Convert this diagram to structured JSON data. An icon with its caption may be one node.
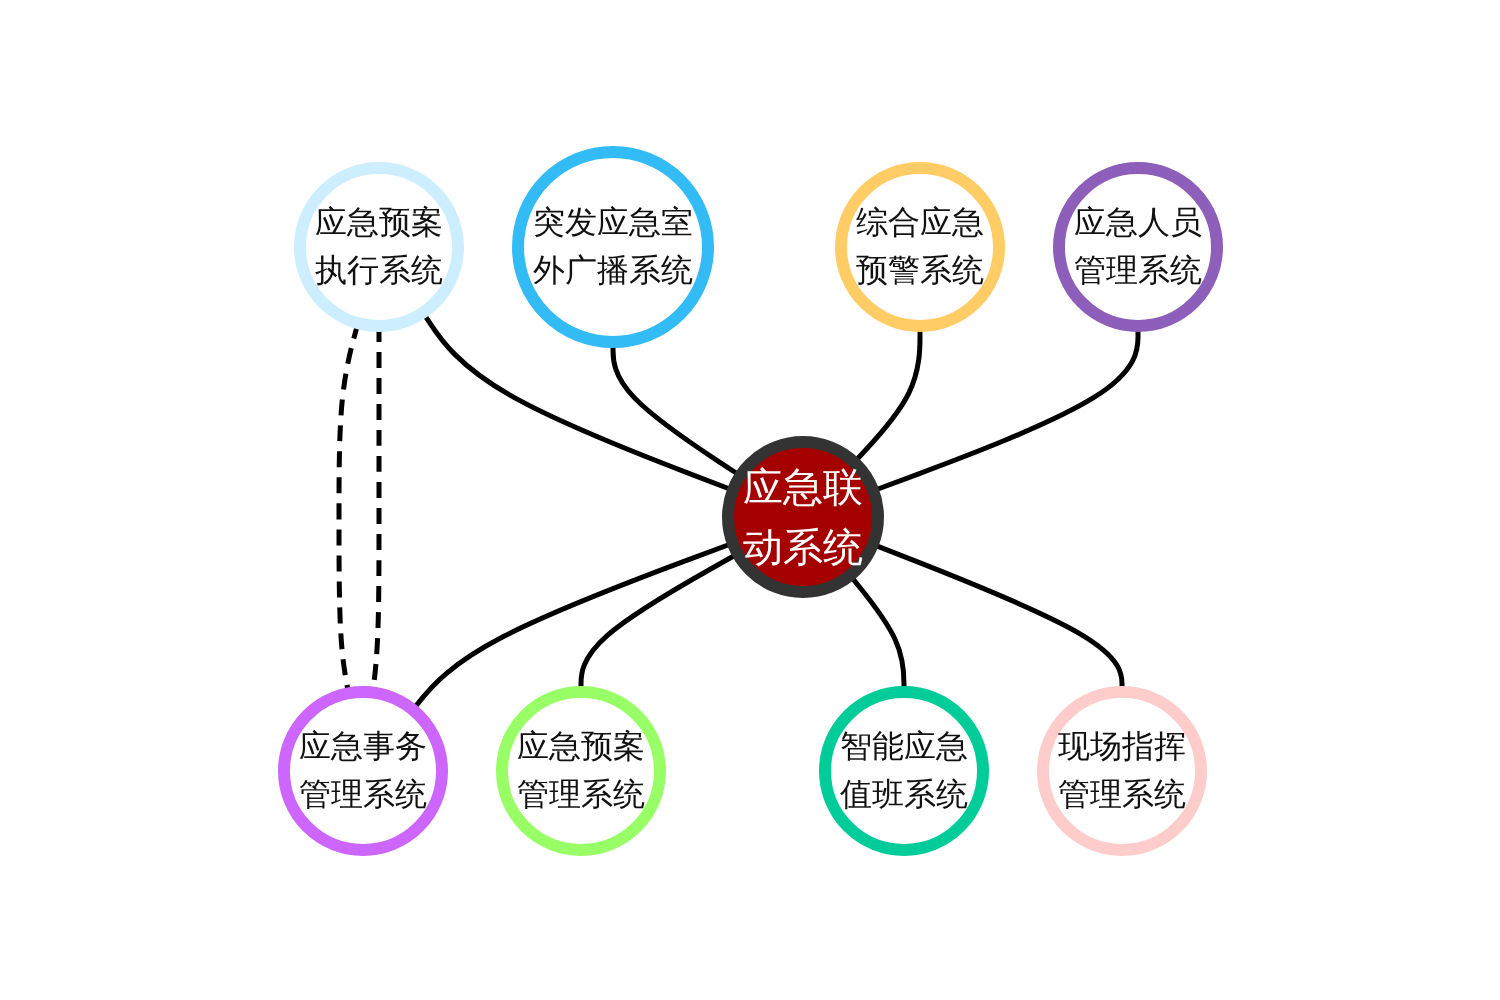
{
  "diagram": {
    "nodes": [
      {
        "text": [
          "应急人员管理系统"
        ]
      },
      {
        "text": [
          "综合应急预警系统"
        ]
      },
      {
        "text": [
          "突发应急室外广播系统"
        ]
      },
      {
        "text": [
          "应急预案执行系统"
        ]
      },
      {
        "text": [
          "应急联动系统"
        ]
      },
      {
        "text": [
          "应急事务管理系统"
        ]
      },
      {
        "text": [
          "应急预案管理系统"
        ]
      },
      {
        "text": [
          "智能应急值班系统"
        ]
      },
      {
        "text": [
          "现场指挥管理系统"
        ]
      }
    ],
    "edges": [
      {
        "from": 0,
        "to": 4,
        "arrow": "none"
      },
      {
        "from": 1,
        "to": 4,
        "arrow": "none"
      },
      {
        "from": 2,
        "to": 4,
        "arrow": "none"
      },
      {
        "from": 3,
        "to": 4,
        "arrow": "none"
      },
      {
        "from": 4,
        "to": 5,
        "arrow": "none"
      },
      {
        "from": 4,
        "to": 6,
        "arrow": "none"
      },
      {
        "from": 4,
        "to": 7,
        "arrow": "none"
      },
      {
        "from": 4,
        "to": 8,
        "arrow": "none"
      },
      {
        "from": 3,
        "to": 5,
        "arrow": "none",
        "style": "dashed"
      },
      {
        "from": 3,
        "to": 5,
        "arrow": "none",
        "style": "dashed"
      }
    ]
  }
}
